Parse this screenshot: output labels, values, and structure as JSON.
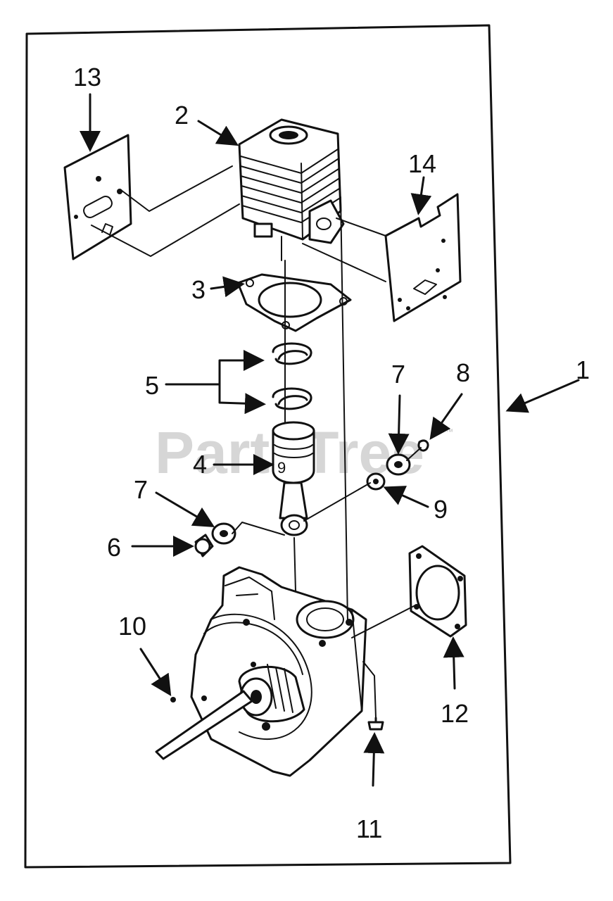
{
  "watermark": {
    "text": "PartsTree",
    "trademark": "™"
  },
  "callouts": [
    {
      "id": "callout-1",
      "label": "1"
    },
    {
      "id": "callout-2",
      "label": "2"
    },
    {
      "id": "callout-3",
      "label": "3"
    },
    {
      "id": "callout-4",
      "label": "4"
    },
    {
      "id": "callout-5",
      "label": "5"
    },
    {
      "id": "callout-6",
      "label": "6"
    },
    {
      "id": "callout-7a",
      "label": "7"
    },
    {
      "id": "callout-7b",
      "label": "7"
    },
    {
      "id": "callout-8",
      "label": "8"
    },
    {
      "id": "callout-9",
      "label": "9"
    },
    {
      "id": "callout-10",
      "label": "10"
    },
    {
      "id": "callout-11",
      "label": "11"
    },
    {
      "id": "callout-12",
      "label": "12"
    },
    {
      "id": "callout-13",
      "label": "13"
    },
    {
      "id": "callout-14",
      "label": "14"
    }
  ],
  "colors": {
    "ink": "#111111",
    "paper": "#ffffff",
    "watermark": "#cfcfcf"
  }
}
